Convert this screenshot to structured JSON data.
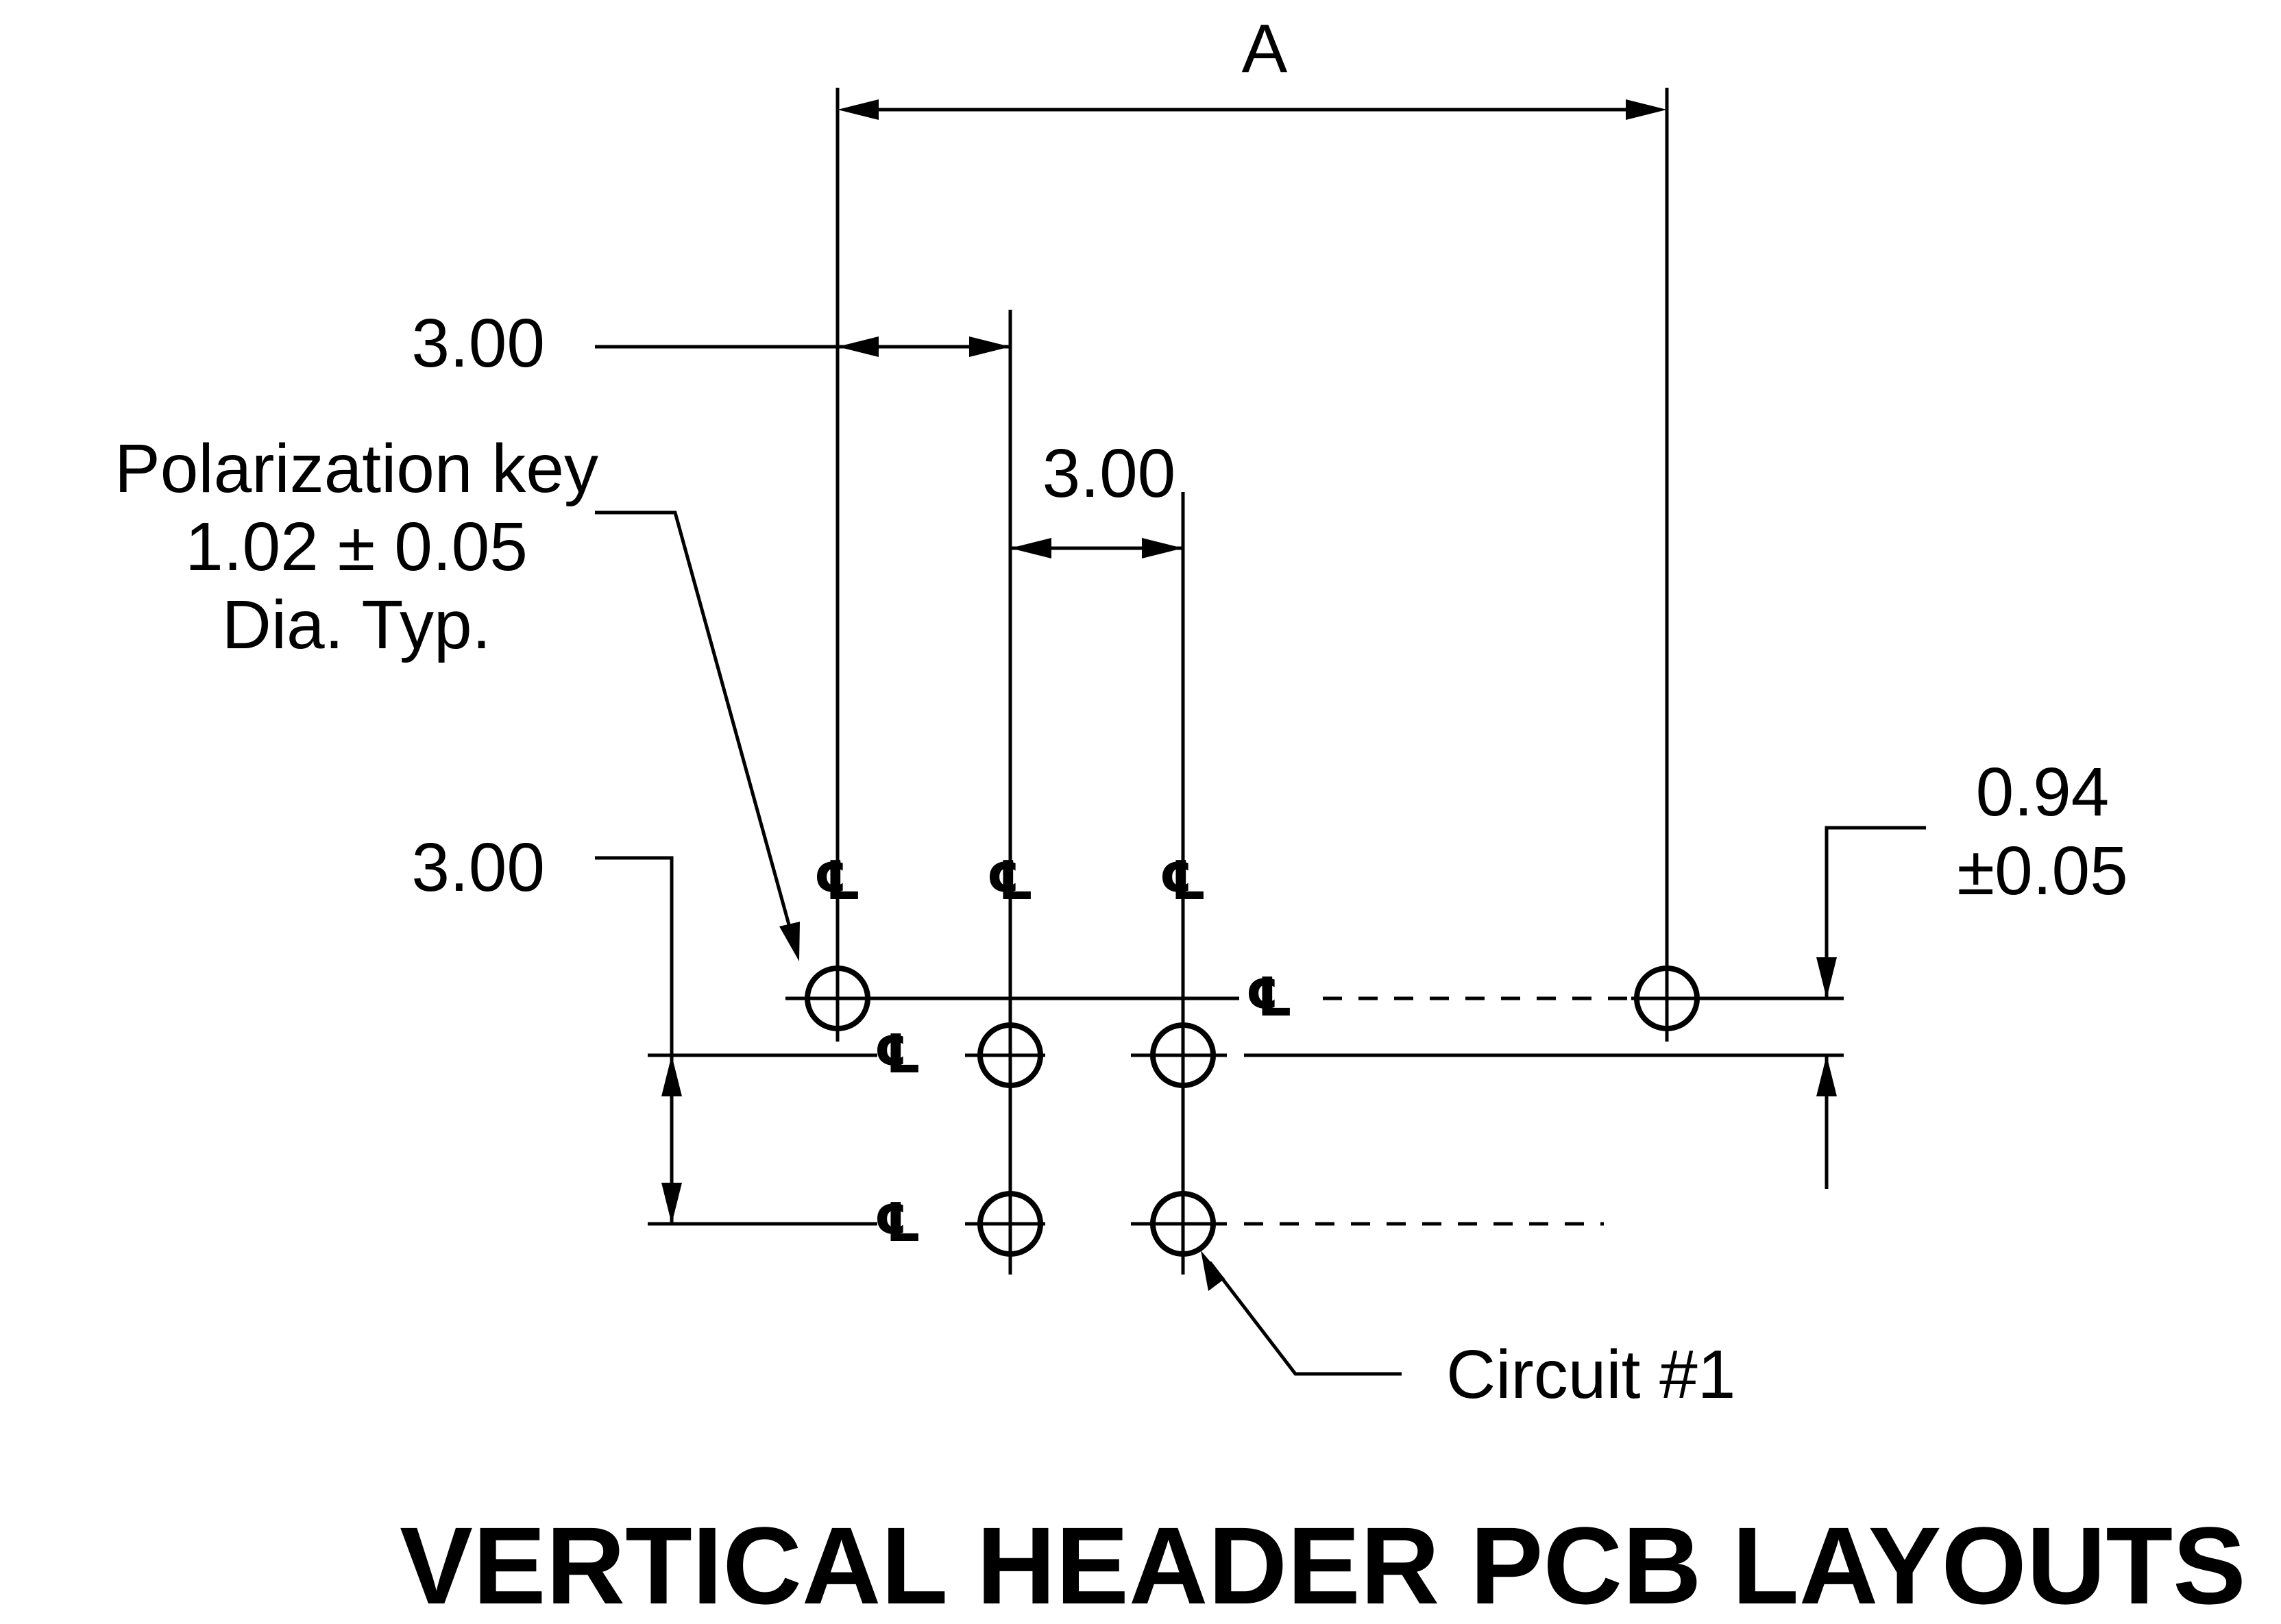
{
  "dimensions": {
    "overall": "A",
    "pitch_left": "3.00",
    "pitch_mid": "3.00",
    "row_pitch": "3.00",
    "offset_value": "0.94",
    "offset_tol": "±0.05"
  },
  "callouts": {
    "polarization_line1": "Polarization key",
    "polarization_line2": "1.02 ± 0.05",
    "polarization_line3": "Dia. Typ.",
    "circuit": "Circuit #1"
  },
  "centerline_symbol": "℄",
  "title": "VERTICAL HEADER PCB LAYOUTS"
}
